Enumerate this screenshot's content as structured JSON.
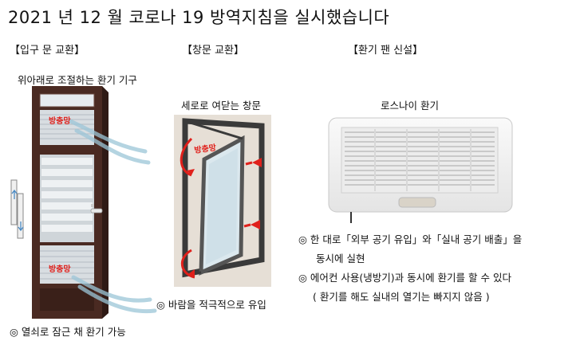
{
  "title": "2021 년 12 월 코로나 19 방역지침을 실시했습니다",
  "sections": {
    "door": "【입구 문 교환】",
    "window": "【창문 교환】",
    "fan": "【환기 팬 신설】"
  },
  "door": {
    "caption": "위아래로 조절하는 환기 기구",
    "screen_label_top": "방충망",
    "screen_label_bottom": "방충망",
    "note": "◎ 열쇠로 잠근 채 환기 가능"
  },
  "window": {
    "caption": "세로로 여닫는 창문",
    "screen_label": "방충망",
    "note": "◎ 바람을 적극적으로 유입"
  },
  "fan": {
    "caption": "로스나이 환기",
    "notes": [
      "◎ 한 대로「외부 공기 유입」와「실내 공기 배출」을",
      "동시에 실현",
      "◎ 에어컨 사용(냉방기)과 동시에 환기를 할 수 있다",
      "( 환기를 해도 실내의 열기는 빠지지 않음 )"
    ]
  },
  "colors": {
    "door_frame": "#4a2a22",
    "window_frame": "#3a3a3a",
    "screen_label": "#e0201b",
    "air_flow": "#9cc6d8",
    "fan_body": "#f4f4f4"
  }
}
